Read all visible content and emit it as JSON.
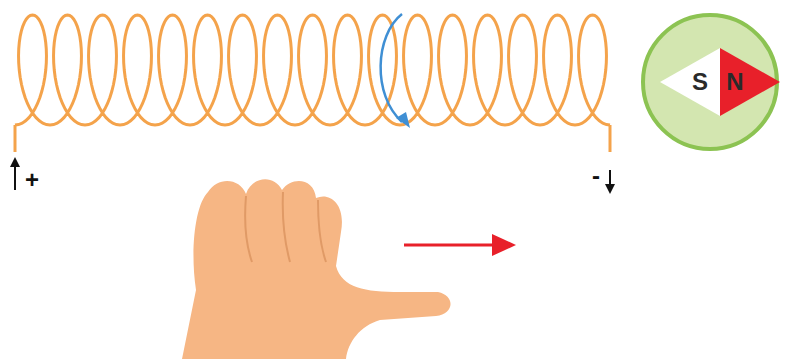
{
  "diagram": {
    "nodes": [
      {
        "text": [
          "S",
          "N"
        ]
      }
    ],
    "labels": [
      "+",
      "-"
    ]
  }
}
